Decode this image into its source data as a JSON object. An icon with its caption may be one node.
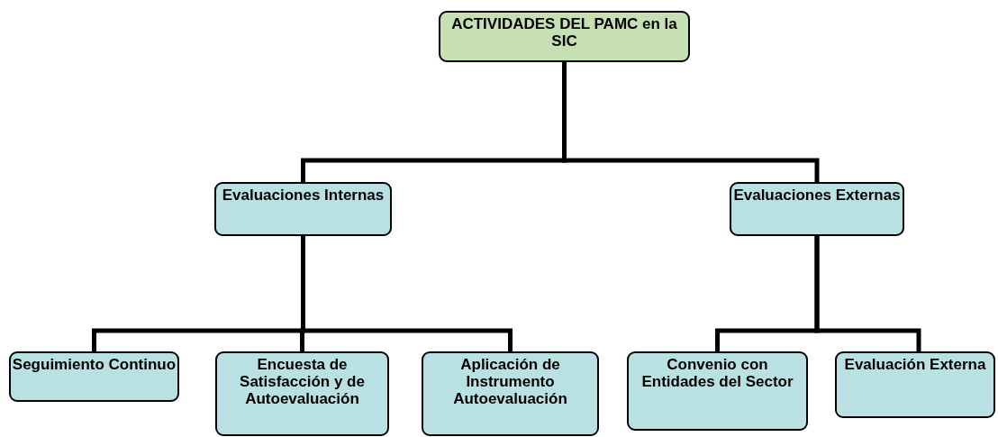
{
  "diagram": {
    "nodes": [
      {
        "text": [
          "ACTIVIDADES DEL PAMC en la SIC"
        ]
      },
      {
        "text": [
          "Evaluaciones Internas"
        ]
      },
      {
        "text": [
          "Evaluaciones Externas"
        ]
      },
      {
        "text": [
          "Seguimiento Continuo"
        ]
      },
      {
        "text": [
          "Encuesta de Satisfacción y de Autoevaluación"
        ]
      },
      {
        "text": [
          "Aplicación de Instrumento Autoevaluación"
        ]
      },
      {
        "text": [
          "Convenio con Entidades del Sector"
        ]
      },
      {
        "text": [
          "Evaluación Externa"
        ]
      }
    ],
    "edges": [
      {
        "from": 0,
        "to": 1,
        "arrow": "none"
      },
      {
        "from": 0,
        "to": 2,
        "arrow": "none"
      },
      {
        "from": 1,
        "to": 3,
        "arrow": "none"
      },
      {
        "from": 1,
        "to": 4,
        "arrow": "none"
      },
      {
        "from": 1,
        "to": 5,
        "arrow": "none"
      },
      {
        "from": 2,
        "to": 6,
        "arrow": "none"
      },
      {
        "from": 2,
        "to": 7,
        "arrow": "none"
      }
    ]
  }
}
